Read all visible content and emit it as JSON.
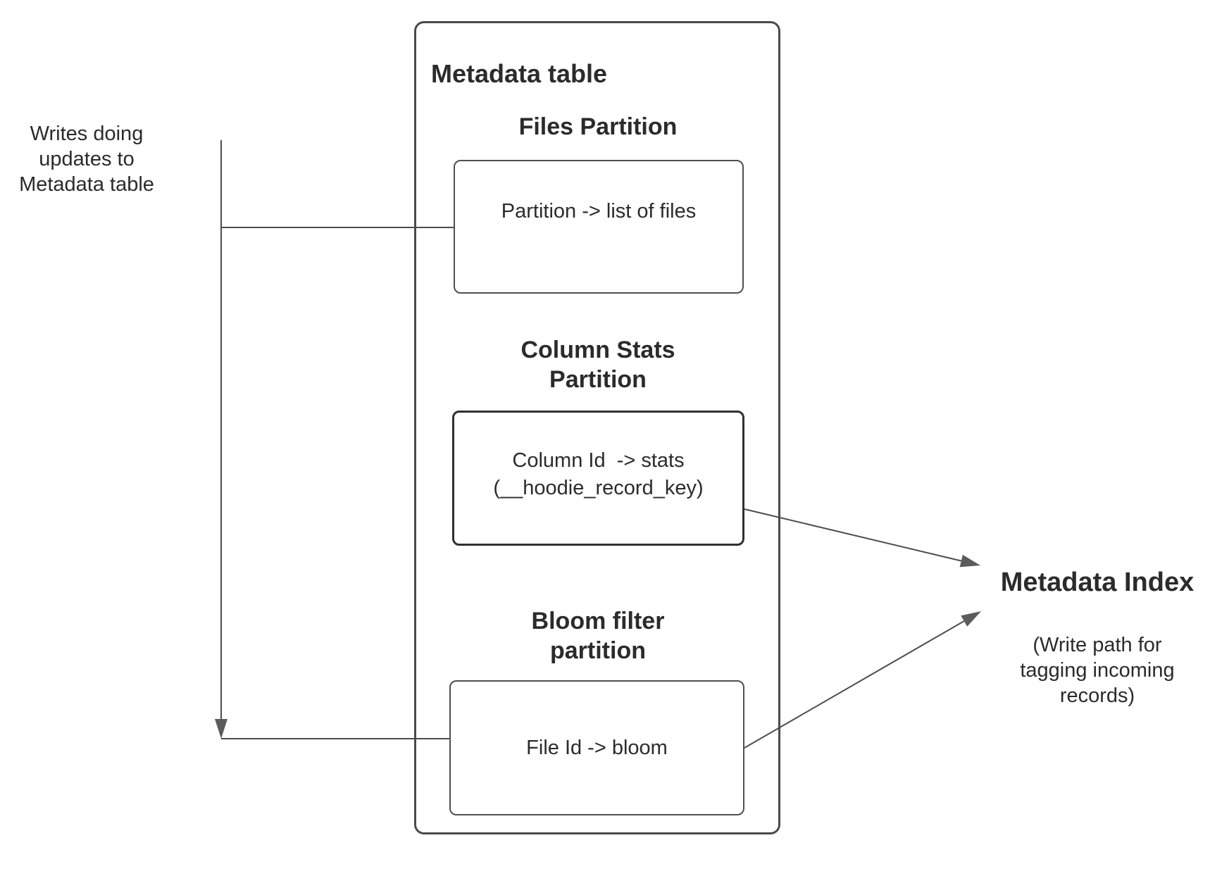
{
  "colors": {
    "background": "#ffffff",
    "stroke": "#4d4d4d",
    "text": "#2b2b2b"
  },
  "left_note": "Writes doing\nupdates to\nMetadata table",
  "metadata_table": {
    "title": "Metadata table",
    "files_partition": {
      "heading": "Files Partition",
      "box_text": "Partition -> list of files"
    },
    "column_stats_partition": {
      "heading": "Column Stats\nPartition",
      "box_text": "Column Id  -> stats\n(__hoodie_record_key)"
    },
    "bloom_filter_partition": {
      "heading": "Bloom filter\npartition",
      "box_text": "File Id -> bloom"
    }
  },
  "metadata_index": {
    "title": "Metadata Index",
    "note": "(Write path for\ntagging incoming\nrecords)"
  }
}
